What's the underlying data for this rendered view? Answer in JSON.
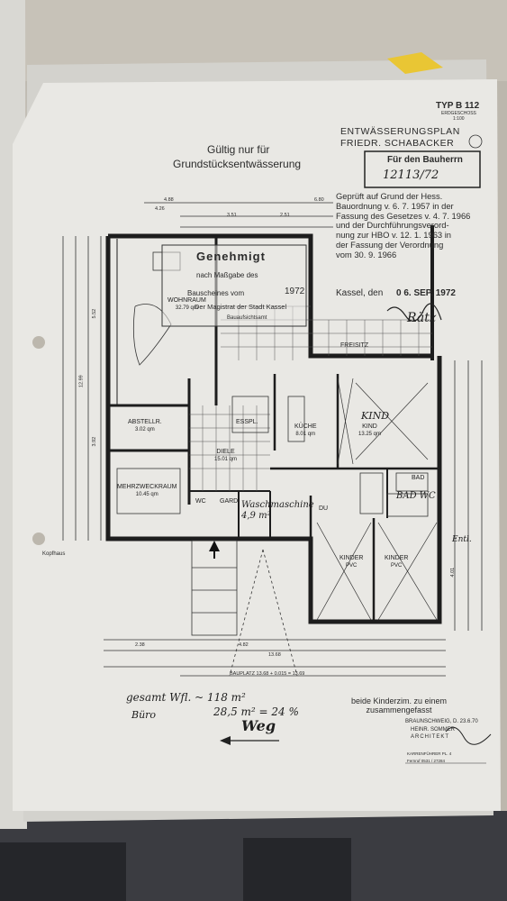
{
  "colors": {
    "paper": "#e9e8e4",
    "ink": "#222222",
    "wall": "#1d1d1d",
    "table": "#a6a39c",
    "floor": "#3a3b40",
    "sticky_note": "#e9c634"
  },
  "header": {
    "type_label": "TYP B 112",
    "floor_label": "ERDGESCHOSS",
    "scale": "1:100",
    "plan_title": "ENTWÄSSERUNGSPLAN",
    "company": "FRIEDR. SCHABACKER"
  },
  "stamp_valid": {
    "line1": "Gültig nur für",
    "line2": "Grundstücksentwässerung"
  },
  "stamp_client": {
    "label": "Für den Bauherrn",
    "number": "12113/72"
  },
  "approval": {
    "text_lines": [
      "Geprüft auf Grund der Hess.",
      "Bauordnung v. 6. 7. 1957 in der",
      "Fassung des Gesetzes v. 4. 7. 1966",
      "und der Durchführungsverord-",
      "nung zur HBO v. 12. 1. 1963 in",
      "der Fassung der Verordnung",
      "vom 30. 9. 1966"
    ],
    "place_date_label": "Kassel, den",
    "date_stamp": "0 6. SEP. 1972",
    "signature": "Rätz"
  },
  "genehmigt_stamp": {
    "title": "Genehmigt",
    "line2": "nach Maßgabe des",
    "line3": "Bauscheines vom",
    "line4": "Der Magistrat der Stadt Kassel",
    "line5": "Bauaufsichtsamt",
    "date": "1972"
  },
  "rooms": [
    {
      "name": "WOHNRAUM",
      "size": "32.79 qm"
    },
    {
      "name": "ESSPL.",
      "size": ""
    },
    {
      "name": "KÜCHE",
      "size": "8.01 qm"
    },
    {
      "name": "KIND",
      "size": "13.25 qm"
    },
    {
      "name": "ABSTELLR.",
      "size": "3.02 qm"
    },
    {
      "name": "DIELE",
      "size": "15.01 qm"
    },
    {
      "name": "MEHRZWECKRAUM",
      "size": "10.45 qm"
    },
    {
      "name": "WC",
      "size": ""
    },
    {
      "name": "GARD.",
      "size": ""
    },
    {
      "name": "BAD",
      "size": ""
    },
    {
      "name": "KINDER",
      "size": "PVC"
    },
    {
      "name": "KINDER",
      "size": "PVC"
    },
    {
      "name": "FREISITZ",
      "size": ""
    },
    {
      "name": "DU",
      "size": ""
    }
  ],
  "handwritten_notes": {
    "kind": "KIND",
    "waschmaschine": "Waschmaschine 4,9 m²",
    "bad_wc": "BAD WC",
    "gesamt": "gesamt Wfl. ~ 118 m²",
    "buero": "Büro",
    "buero_area": "28,5 m² = 24 %",
    "weg": "Weg",
    "ent": "Entl."
  },
  "typed_note": "beide Kinderzim. zu einem zusammengefasst",
  "dimensions": {
    "top_a": "4.88",
    "top_b": "6.80",
    "top_c": "4.26",
    "top_d": "3.51",
    "top_e": "2.51",
    "left_a": "5.52",
    "left_b": "12.99",
    "left_c": "3.92",
    "bottom_a": "2.38",
    "bottom_b": "4.82",
    "bottom_c": "13.68",
    "right_a": "4.01",
    "bauplatz": "BAUPLATZ 13.68 + 0.015 = 13.69"
  },
  "footer": {
    "city_date": "BRAUNSCHWEIG, D. 23.6.70",
    "architect": "HEINR. SOMMER",
    "title": "ARCHITEKT",
    "street": "KARRENFÜHRER PL. 4",
    "phone": "Fernruf 0531 / 27284"
  },
  "side_label": "Kopfhaus"
}
